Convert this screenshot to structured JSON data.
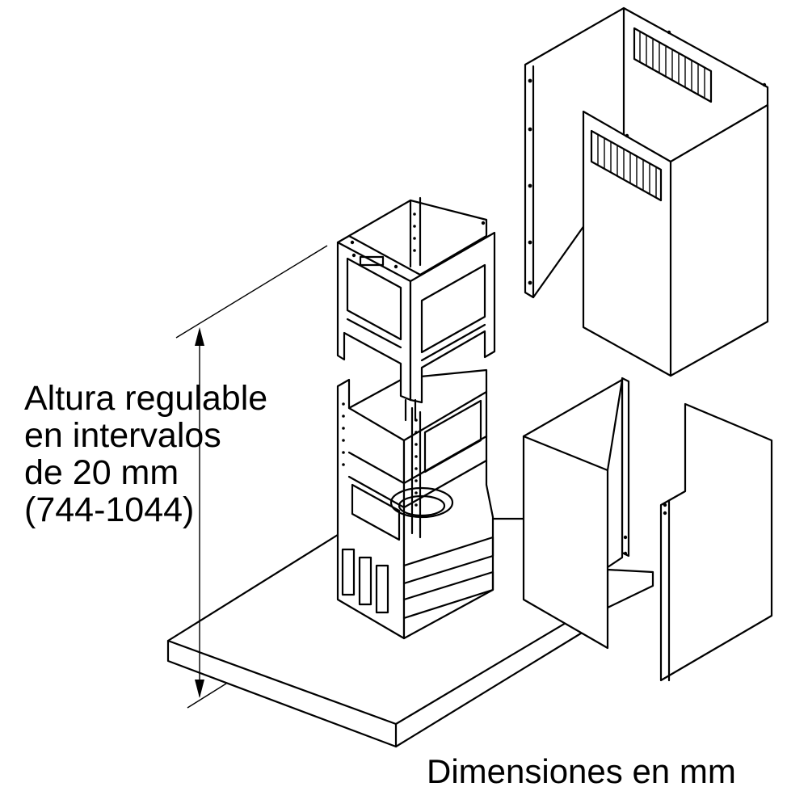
{
  "labels": {
    "height_line1": "Altura regulable",
    "height_line2": "en intervalos",
    "height_line3": "de 20 mm",
    "height_line4": "(744-1044)",
    "units": "Dimensiones en mm"
  },
  "colors": {
    "line": "#000000",
    "background": "#ffffff"
  }
}
